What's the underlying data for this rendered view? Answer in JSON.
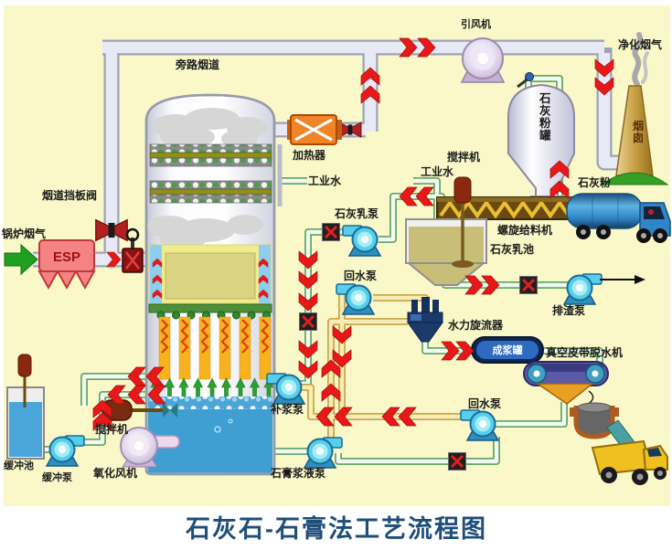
{
  "title": "石灰石-石膏法工艺流程图",
  "labels": {
    "boiler_flue_gas": "锅炉烟气",
    "esp": "ESP",
    "flue_damper_valve": "烟道挡板阀",
    "bypass_flue": "旁路烟道",
    "id_fan": "引风机",
    "clean_flue_gas": "净化烟气",
    "chimney": "烟囱",
    "heater": "加热器",
    "industrial_water_tower": "工业水",
    "industrial_water_pool": "工业水",
    "agitator_pool": "搅拌机",
    "lime_powder_silo": "石灰粉罐",
    "screw_feeder": "螺旋给料机",
    "lime_powder": "石灰粉",
    "lime_milk_pool": "石灰乳池",
    "lime_milk_pump": "石灰乳泵",
    "return_water_pump_mid": "回水泵",
    "discharge_pump": "排渣泵",
    "hydrocyclone": "水力旋流器",
    "slurry_tank": "成浆罐",
    "vacuum_belt_dewaterer": "真空皮带脱水机",
    "return_water_pump_right": "回水泵",
    "makeup_slurry_pump": "补浆泵",
    "gypsum_slurry_pump": "石膏浆液泵",
    "oxidation_fan": "氧化风机",
    "agitator_absorber": "搅拌机",
    "buffer_pool": "缓冲池",
    "buffer_pump": "缓冲泵"
  },
  "colors": {
    "background": "#FAF8C8",
    "title_text": "#1F4E79",
    "arrow_red": "#E81818",
    "flue_pipe": "#E9E9F5",
    "water_pipe_green": "#69A869",
    "slurry_pipe_yellow": "#C9A94E",
    "esp_pink": "#F48484",
    "heater_orange": "#F08426",
    "pump_cyan": "#57CFE8",
    "absorber_liquid": "#3F9FD2",
    "chimney_gold": "#C9A045",
    "truck_blue": "#2E86C8",
    "dump_truck_yellow": "#F0C020"
  }
}
